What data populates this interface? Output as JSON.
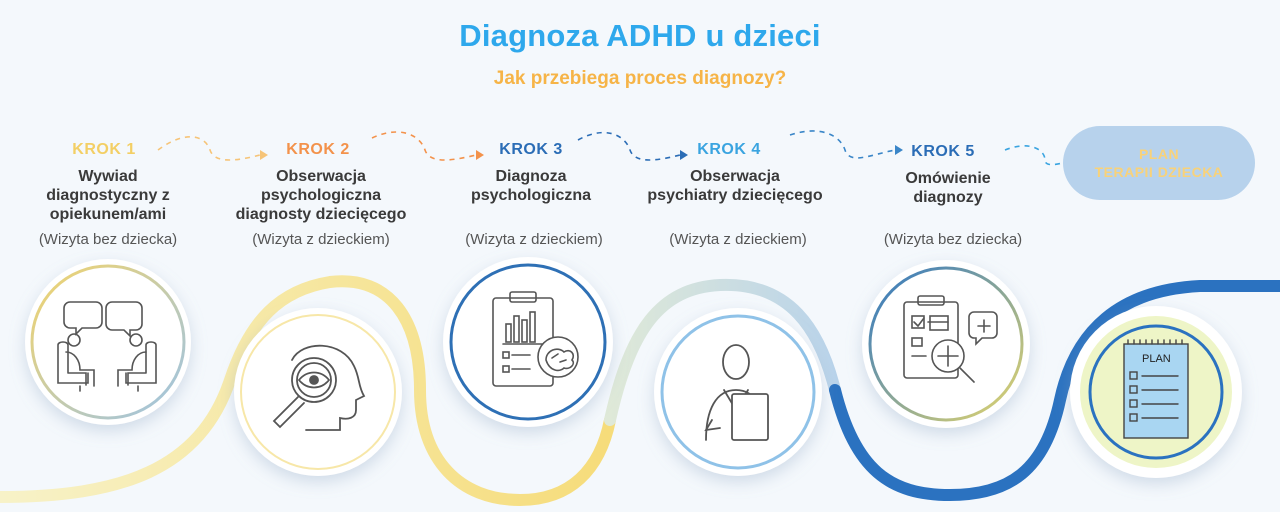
{
  "title": "Diagnoza ADHD u dzieci",
  "subtitle": "Jak przebiega proces diagnozy?",
  "colors": {
    "title": "#2ea8ec",
    "subtitle": "#f6b447",
    "yellow": "#f3cf65",
    "orange": "#f3924b",
    "darkblue": "#2b6db6",
    "lightblue": "#3aa4e0",
    "path_dark": "#2b72c0"
  },
  "steps": [
    {
      "label": "KROK 1",
      "name_lines": [
        "Wywiad",
        "diagnostyczny z",
        "opiekunem/ami"
      ],
      "note": "(Wizyta bez dziecka)",
      "icon": "consultation-chairs-icon"
    },
    {
      "label": "KROK 2",
      "name_lines": [
        "Obserwacja",
        "psychologiczna",
        "diagnosty dziecięcego"
      ],
      "note": "(Wizyta z dzieckiem)",
      "icon": "magnifier-eye-head-icon"
    },
    {
      "label": "KROK 3",
      "name_lines": [
        "Diagnoza",
        "psychologiczna"
      ],
      "note": "(Wizyta z dzieckiem)",
      "icon": "clipboard-chart-brain-icon"
    },
    {
      "label": "KROK 4",
      "name_lines": [
        "Obserwacja",
        "psychiatry dziecięcego"
      ],
      "note": "(Wizyta z dzieckiem)",
      "icon": "doctor-icon"
    },
    {
      "label": "KROK 5",
      "name_lines": [
        "Omówienie",
        "diagnozy"
      ],
      "note": "(Wizyta bez dziecka)",
      "icon": "clipboard-magnifier-medical-icon"
    }
  ],
  "plan": {
    "lines": [
      "PLAN",
      "TERAPII DZIECKA"
    ],
    "icon_text": "PLAN"
  }
}
